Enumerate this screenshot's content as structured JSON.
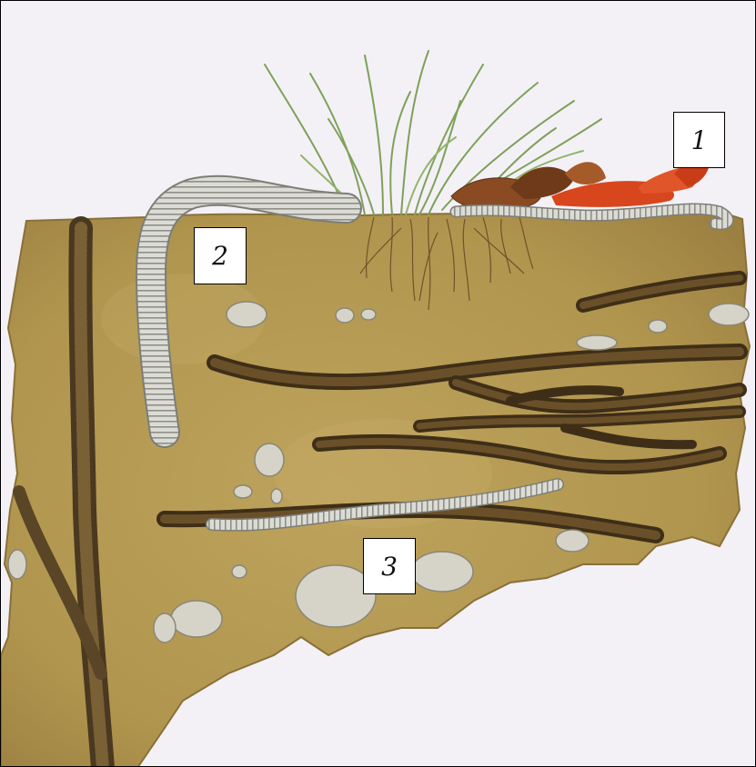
{
  "labels": {
    "leaf_litter": "1",
    "vertical_burrow_worm": "2",
    "horizontal_burrow_worm": "3"
  },
  "colors": {
    "background": "#f3f1f6",
    "soil": "#b79c55",
    "soil_dark": "#9f8444",
    "tunnel": "#5c4424",
    "tunnel_edge": "#3f2e17",
    "worm": "#d8d8d2",
    "worm_ring": "#8f8f88",
    "grass": "#7fa05a",
    "leaf_red": "#d8461d",
    "leaf_brown": "#8a4a22",
    "stone": "#d6d3c8",
    "roots": "#6b4424"
  }
}
